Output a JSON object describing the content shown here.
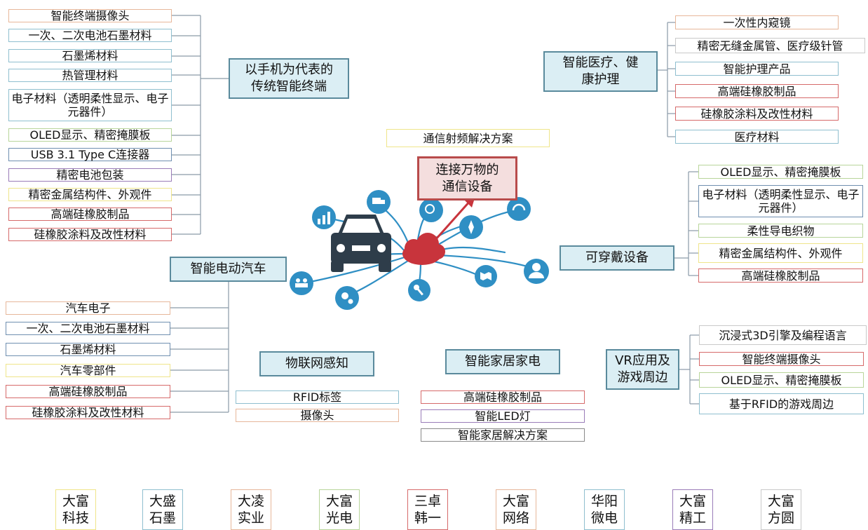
{
  "center": {
    "title": "连接万物的\n通信设备",
    "rf_solution": "通信射频解决方案"
  },
  "hubs": {
    "phone": "以手机为代表的\n传统智能终端",
    "medical": "智能医疗、健\n康护理",
    "wearable": "可穿戴设备",
    "ev": "智能电动汽车",
    "iot": "物联网感知",
    "home": "智能家居家电",
    "vr": "VR应用及\n游戏周边"
  },
  "phone_items": [
    "智能终端摄像头",
    "一次、二次电池石墨材料",
    "石墨烯材料",
    "热管理材料",
    "电子材料（透明柔性显示、电子元器件）",
    "OLED显示、精密掩膜板",
    "USB 3.1 Type C连接器",
    "精密电池包装",
    "精密金属结构件、外观件",
    "高端硅橡胶制品",
    "硅橡胶涂料及改性材料"
  ],
  "medical_items": [
    "一次性内窥镜",
    "精密无缝金属管、医疗级针管",
    "智能护理产品",
    "高端硅橡胶制品",
    "硅橡胶涂料及改性材料",
    "医疗材料"
  ],
  "wearable_items": [
    "OLED显示、精密掩膜板",
    "电子材料（透明柔性显示、电子元器件）",
    "柔性导电织物",
    "精密金属结构件、外观件",
    "高端硅橡胶制品"
  ],
  "ev_items": [
    "汽车电子",
    "一次、二次电池石墨材料",
    "石墨烯材料",
    "汽车零部件",
    "高端硅橡胶制品",
    "硅橡胶涂料及改性材料"
  ],
  "iot_items": [
    "RFID标签",
    "摄像头"
  ],
  "home_items": [
    "高端硅橡胶制品",
    "智能LED灯",
    "智能家居解决方案"
  ],
  "vr_items": [
    "沉浸式3D引擎及编程语言",
    "智能终端摄像头",
    "OLED显示、精密掩膜板",
    "基于RFID的游戏周边"
  ],
  "companies": [
    "大富\n科技",
    "大盛\n石墨",
    "大凌\n实业",
    "大富\n光电",
    "三卓\n韩一",
    "大富\n网络",
    "华阳\n微电",
    "大富\n精工",
    "大富\n方圆"
  ],
  "colors": {
    "hub_fill": "#dbeef4",
    "hub_border": "#5a8a9c",
    "center_fill": "#f4dede",
    "center_border": "#b84b4b",
    "icon_blue": "#2f8fc4",
    "car_dark": "#2e3d4a",
    "cloud_red": "#c8343c"
  },
  "illustration_icons": [
    "car-icon",
    "cloud-icon",
    "bar-chart-icon",
    "delivery-truck-icon",
    "search-gear-icon",
    "compass-icon",
    "headset-icon",
    "people-icon",
    "gears-icon",
    "key-icon",
    "map-icon",
    "user-icon"
  ]
}
